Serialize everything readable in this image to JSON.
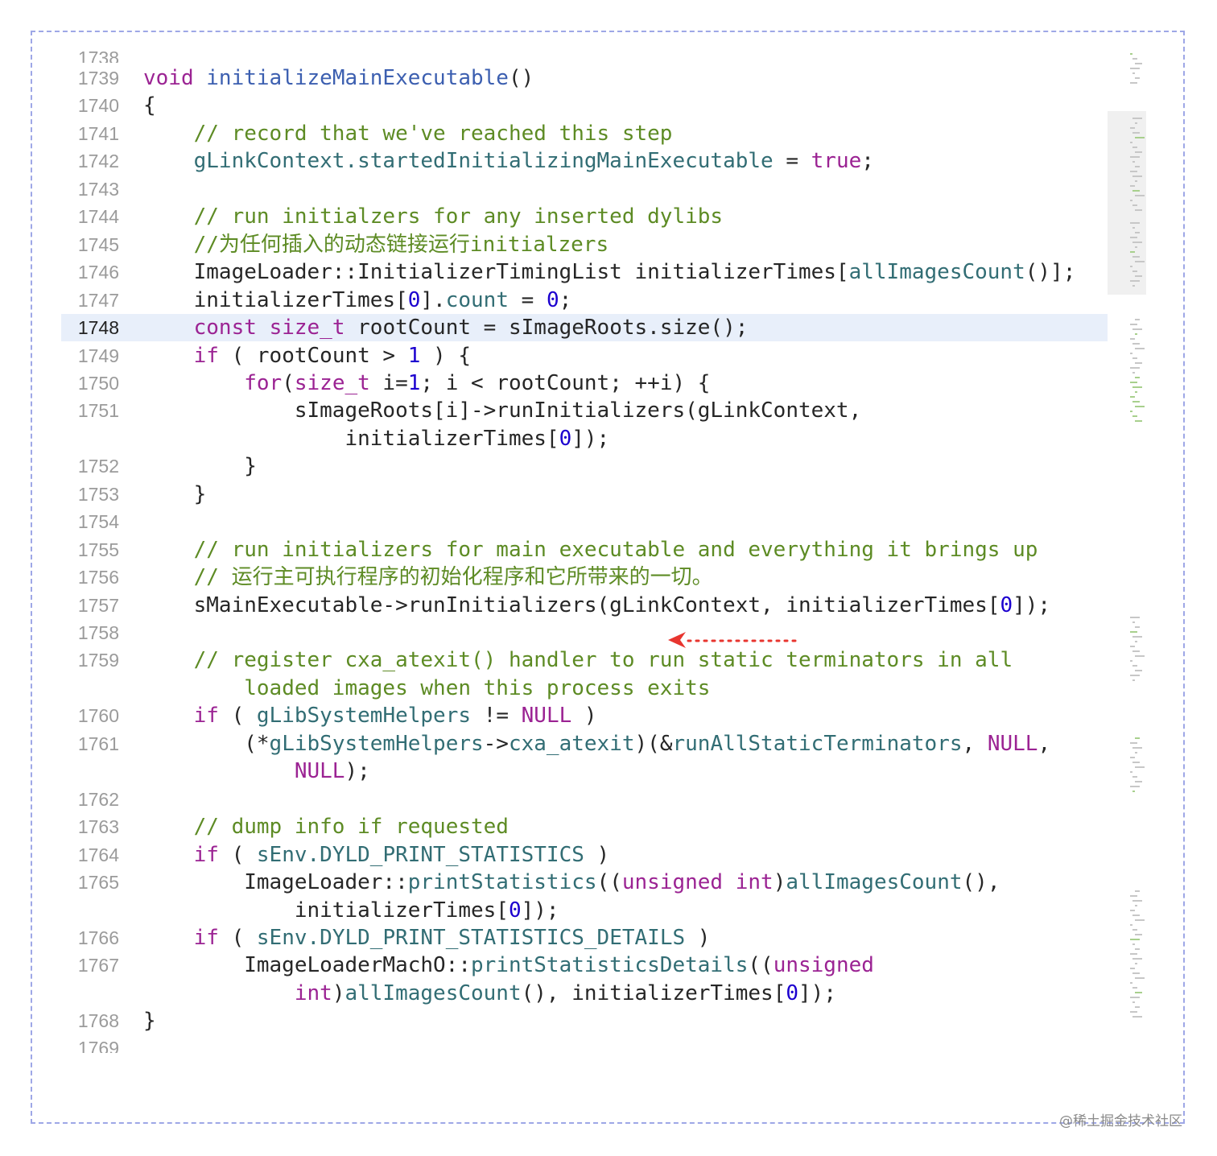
{
  "editor": {
    "top_partial_line": "1738",
    "bottom_partial_line": "1769",
    "current_line": "1748",
    "lines": [
      {
        "n": "1739",
        "tokens": [
          {
            "t": "void",
            "c": "kw"
          },
          {
            "t": " "
          },
          {
            "t": "initializeMainExecutable",
            "c": "ty"
          },
          {
            "t": "()"
          }
        ]
      },
      {
        "n": "1740",
        "tokens": [
          {
            "t": "{"
          }
        ]
      },
      {
        "n": "1741",
        "tokens": [
          {
            "t": "    "
          },
          {
            "t": "// record that we've reached this step",
            "c": "cm"
          }
        ]
      },
      {
        "n": "1742",
        "tokens": [
          {
            "t": "    "
          },
          {
            "t": "gLinkContext.startedInitializingMainExecutable",
            "c": "fn"
          },
          {
            "t": " = "
          },
          {
            "t": "true",
            "c": "kw"
          },
          {
            "t": ";"
          }
        ]
      },
      {
        "n": "1743",
        "tokens": []
      },
      {
        "n": "1744",
        "tokens": [
          {
            "t": "    "
          },
          {
            "t": "// run initialzers for any inserted dylibs",
            "c": "cm"
          }
        ]
      },
      {
        "n": "1745",
        "tokens": [
          {
            "t": "    "
          },
          {
            "t": "//为任何插入的动态链接运行initialzers",
            "c": "cm"
          }
        ]
      },
      {
        "n": "1746",
        "tokens": [
          {
            "t": "    ImageLoader::InitializerTimingList initializerTimes["
          },
          {
            "t": "allImagesCount",
            "c": "fn"
          },
          {
            "t": "()];"
          }
        ]
      },
      {
        "n": "1747",
        "tokens": [
          {
            "t": "    initializerTimes["
          },
          {
            "t": "0",
            "c": "num"
          },
          {
            "t": "]."
          },
          {
            "t": "count",
            "c": "fn"
          },
          {
            "t": " = "
          },
          {
            "t": "0",
            "c": "num"
          },
          {
            "t": ";"
          }
        ]
      },
      {
        "n": "1748",
        "tokens": [
          {
            "t": "    "
          },
          {
            "t": "const",
            "c": "kw"
          },
          {
            "t": " "
          },
          {
            "t": "size_t",
            "c": "kw"
          },
          {
            "t": " rootCount = sImageRoots.size();"
          }
        ]
      },
      {
        "n": "1749",
        "tokens": [
          {
            "t": "    "
          },
          {
            "t": "if",
            "c": "kw"
          },
          {
            "t": " ( rootCount > "
          },
          {
            "t": "1",
            "c": "num"
          },
          {
            "t": " ) {"
          }
        ]
      },
      {
        "n": "1750",
        "tokens": [
          {
            "t": "        "
          },
          {
            "t": "for",
            "c": "kw"
          },
          {
            "t": "("
          },
          {
            "t": "size_t",
            "c": "kw"
          },
          {
            "t": " i="
          },
          {
            "t": "1",
            "c": "num"
          },
          {
            "t": "; i < rootCount; ++i) {"
          }
        ]
      },
      {
        "n": "1751",
        "tokens": [
          {
            "t": "            sImageRoots[i]->runInitializers(gLinkContext,"
          }
        ],
        "cont": [
          {
            "t": "                initializerTimes["
          },
          {
            "t": "0",
            "c": "num"
          },
          {
            "t": "]);"
          }
        ]
      },
      {
        "n": "1752",
        "tokens": [
          {
            "t": "        }"
          }
        ]
      },
      {
        "n": "1753",
        "tokens": [
          {
            "t": "    }"
          }
        ]
      },
      {
        "n": "1754",
        "tokens": []
      },
      {
        "n": "1755",
        "tokens": [
          {
            "t": "    "
          },
          {
            "t": "// run initializers for main executable and everything it brings up",
            "c": "cm"
          }
        ]
      },
      {
        "n": "1756",
        "tokens": [
          {
            "t": "    "
          },
          {
            "t": "// 运行主可执行程序的初始化程序和它所带来的一切。",
            "c": "cm"
          }
        ]
      },
      {
        "n": "1757",
        "tokens": [
          {
            "t": "    sMainExecutable->runInitializers(gLinkContext, initializerTimes["
          },
          {
            "t": "0",
            "c": "num"
          },
          {
            "t": "]);"
          }
        ]
      },
      {
        "n": "1758",
        "tokens": []
      },
      {
        "n": "1759",
        "tokens": [
          {
            "t": "    "
          },
          {
            "t": "// register cxa_atexit() handler to run static terminators in all",
            "c": "cm"
          }
        ],
        "cont": [
          {
            "t": "        "
          },
          {
            "t": "loaded images when this process exits",
            "c": "cm"
          }
        ]
      },
      {
        "n": "1760",
        "tokens": [
          {
            "t": "    "
          },
          {
            "t": "if",
            "c": "kw"
          },
          {
            "t": " ( "
          },
          {
            "t": "gLibSystemHelpers",
            "c": "fn"
          },
          {
            "t": " != "
          },
          {
            "t": "NULL",
            "c": "kw"
          },
          {
            "t": " )"
          }
        ]
      },
      {
        "n": "1761",
        "tokens": [
          {
            "t": "        (*"
          },
          {
            "t": "gLibSystemHelpers",
            "c": "fn"
          },
          {
            "t": "->"
          },
          {
            "t": "cxa_atexit",
            "c": "fn"
          },
          {
            "t": ")(&"
          },
          {
            "t": "runAllStaticTerminators",
            "c": "fn"
          },
          {
            "t": ", "
          },
          {
            "t": "NULL",
            "c": "kw"
          },
          {
            "t": ","
          }
        ],
        "cont": [
          {
            "t": "            "
          },
          {
            "t": "NULL",
            "c": "kw"
          },
          {
            "t": ");"
          }
        ]
      },
      {
        "n": "1762",
        "tokens": []
      },
      {
        "n": "1763",
        "tokens": [
          {
            "t": "    "
          },
          {
            "t": "// dump info if requested",
            "c": "cm"
          }
        ]
      },
      {
        "n": "1764",
        "tokens": [
          {
            "t": "    "
          },
          {
            "t": "if",
            "c": "kw"
          },
          {
            "t": " ( "
          },
          {
            "t": "sEnv.DYLD_PRINT_STATISTICS",
            "c": "fn"
          },
          {
            "t": " )"
          }
        ]
      },
      {
        "n": "1765",
        "tokens": [
          {
            "t": "        ImageLoader::"
          },
          {
            "t": "printStatistics",
            "c": "fn"
          },
          {
            "t": "(("
          },
          {
            "t": "unsigned",
            "c": "kw"
          },
          {
            "t": " "
          },
          {
            "t": "int",
            "c": "kw"
          },
          {
            "t": ")"
          },
          {
            "t": "allImagesCount",
            "c": "fn"
          },
          {
            "t": "(),"
          }
        ],
        "cont": [
          {
            "t": "            initializerTimes["
          },
          {
            "t": "0",
            "c": "num"
          },
          {
            "t": "]);"
          }
        ]
      },
      {
        "n": "1766",
        "tokens": [
          {
            "t": "    "
          },
          {
            "t": "if",
            "c": "kw"
          },
          {
            "t": " ( "
          },
          {
            "t": "sEnv.DYLD_PRINT_STATISTICS_DETAILS",
            "c": "fn"
          },
          {
            "t": " )"
          }
        ]
      },
      {
        "n": "1767",
        "tokens": [
          {
            "t": "        ImageLoaderMachO::"
          },
          {
            "t": "printStatisticsDetails",
            "c": "fn"
          },
          {
            "t": "(("
          },
          {
            "t": "unsigned",
            "c": "kw"
          }
        ],
        "cont": [
          {
            "t": "            "
          },
          {
            "t": "int",
            "c": "kw"
          },
          {
            "t": ")"
          },
          {
            "t": "allImagesCount",
            "c": "fn"
          },
          {
            "t": "(), initializerTimes["
          },
          {
            "t": "0",
            "c": "num"
          },
          {
            "t": "]);"
          }
        ]
      },
      {
        "n": "1768",
        "tokens": [
          {
            "t": "}"
          }
        ]
      }
    ]
  },
  "colors": {
    "keyword": "#9b2393",
    "number": "#1c00cf",
    "identifier": "#326d74",
    "comment": "#5d8b24",
    "function_decl": "#3c5fb0",
    "current_line_bg": "#e8effa",
    "frame_border": "#9ea7e6",
    "annotation_arrow": "#e8352f"
  },
  "watermark": "@稀土掘金技术社区"
}
